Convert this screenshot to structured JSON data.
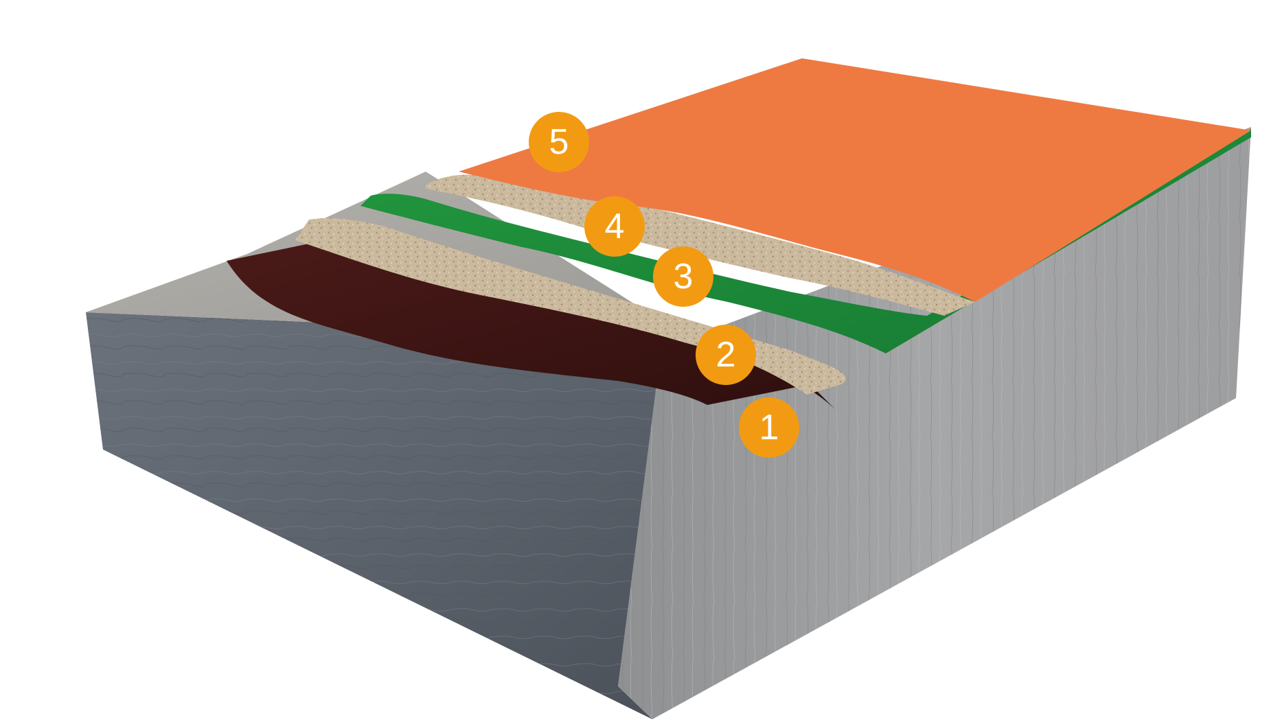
{
  "diagram": {
    "colors": {
      "concrete_side": "#5f6670",
      "concrete_side_light": "#9a9c9e",
      "concrete_top": "#a9a8a4",
      "layer1_primer": "#3d1614",
      "layer2_aggregate": "#c9b79c",
      "layer3_membrane": "#1c8a3a",
      "layer4_aggregate": "#cbb89c",
      "layer5_topcoat": "#ee7a42",
      "badge": "#f29b12",
      "badge_text": "#ffffff"
    },
    "layers": [
      {
        "number": "1",
        "color_key": "layer1_primer"
      },
      {
        "number": "2",
        "color_key": "layer2_aggregate"
      },
      {
        "number": "3",
        "color_key": "layer3_membrane"
      },
      {
        "number": "4",
        "color_key": "layer4_aggregate"
      },
      {
        "number": "5",
        "color_key": "layer5_topcoat"
      }
    ]
  }
}
